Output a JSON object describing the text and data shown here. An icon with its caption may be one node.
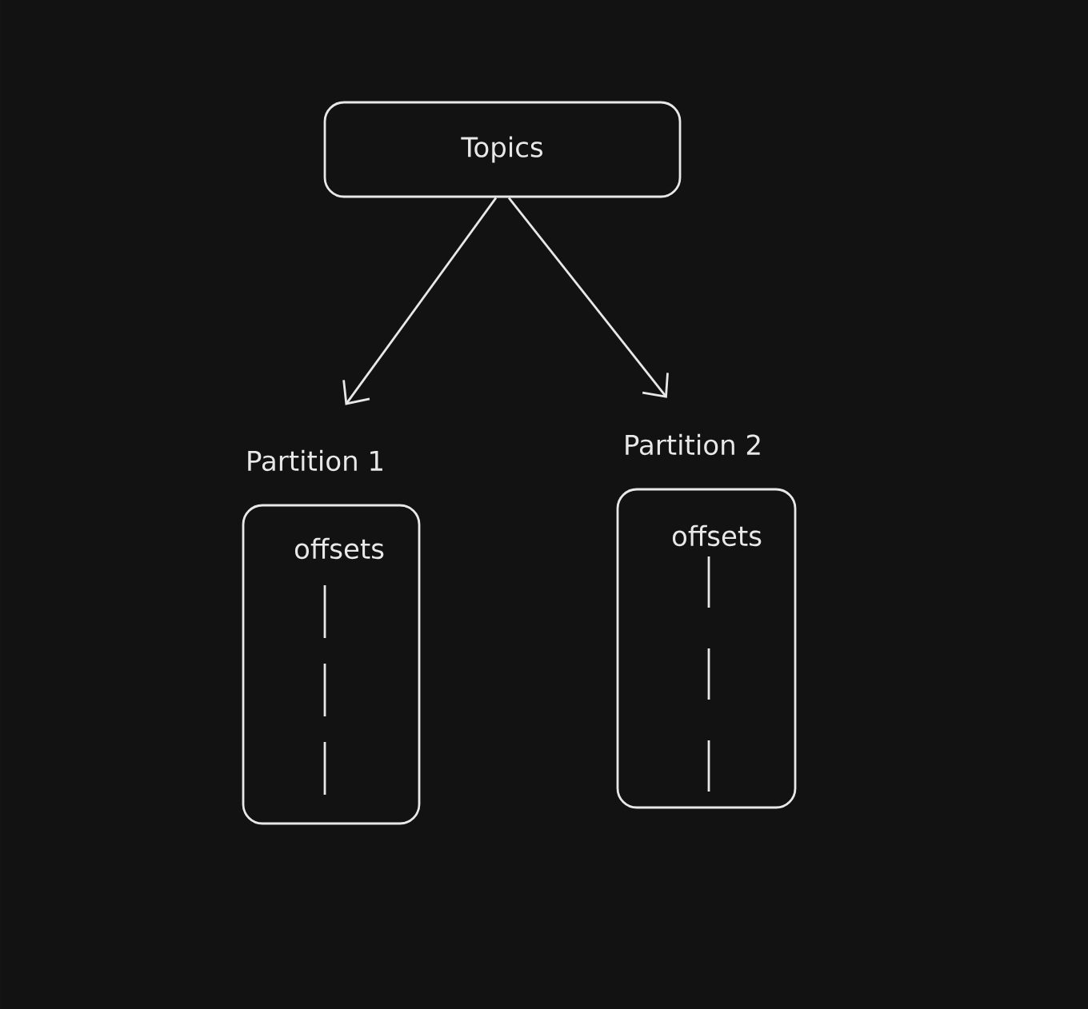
{
  "diagram": {
    "nodes": [
      {
        "text": [
          "Topics"
        ]
      },
      {
        "text": [
          "Partition 1",
          "offsets"
        ]
      },
      {
        "text": [
          "Partition 2",
          "offsets"
        ]
      }
    ],
    "edges": [
      {
        "from": 0,
        "to": 1,
        "arrow": "to"
      },
      {
        "from": 0,
        "to": 2,
        "arrow": "to"
      }
    ]
  }
}
